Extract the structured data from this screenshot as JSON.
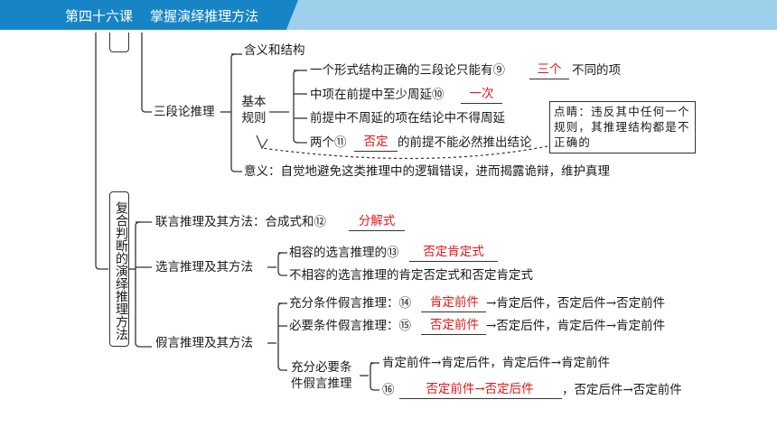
{
  "header": {
    "title": "第四十六课    掌握演绎推理方法"
  },
  "syllogism": {
    "label": "三段论推理",
    "meaning_structure": "含义和结构",
    "basic_rules_label": "基本规则",
    "rules": [
      {
        "prefix": "一个形式结构正确的三段论只能有⑨",
        "answer": "三个",
        "suffix": "不同的项"
      },
      {
        "prefix": "中项在前提中至少周延⑩",
        "answer": "一次",
        "suffix": ""
      },
      {
        "prefix": "前提中不周延的项在结论中不得周延",
        "answer": "",
        "suffix": ""
      },
      {
        "prefix": "两个⑪",
        "answer": "否定",
        "suffix": "的前提不能必然推出结论"
      }
    ],
    "note": "点睛：违反其中任何一个规则，其推理结构都是不正确的",
    "significance": "意义：自觉地避免这类推理中的逻辑错误，进而揭露诡辩，维护真理"
  },
  "compound": {
    "label": "复合判断的演绎推理方法",
    "conjunctive": {
      "prefix": "联言推理及其方法：合成式和⑫",
      "answer": "分解式"
    },
    "disjunctive": {
      "label": "选言推理及其方法",
      "items": [
        {
          "prefix": "相容的选言推理的⑬",
          "answer": "否定肯定式",
          "suffix": ""
        },
        {
          "prefix": "不相容的选言推理的肯定否定式和否定肯定式",
          "answer": "",
          "suffix": ""
        }
      ]
    },
    "hypothetical": {
      "label": "假言推理及其方法",
      "items": [
        {
          "prefix": "充分条件假言推理：⑭",
          "answer": "肯定前件",
          "suffix": "→肯定后件，否定后件→否定前件"
        },
        {
          "prefix": "必要条件假言推理：⑮",
          "answer": "否定前件",
          "suffix": "→否定后件，肯定后件→肯定前件"
        }
      ],
      "both": {
        "label_line1": "充分必要条",
        "label_line2": "件假言推理",
        "line1": "肯定前件→肯定后件，肯定后件→肯定前件",
        "line2_prefix": "⑯",
        "line2_answer": "否定前件→否定后件",
        "line2_suffix": "，否定后件→否定前件"
      }
    }
  },
  "colors": {
    "answer": "#e01919",
    "header_dark": "#1784c6",
    "header_light": "#9ed0ec"
  }
}
